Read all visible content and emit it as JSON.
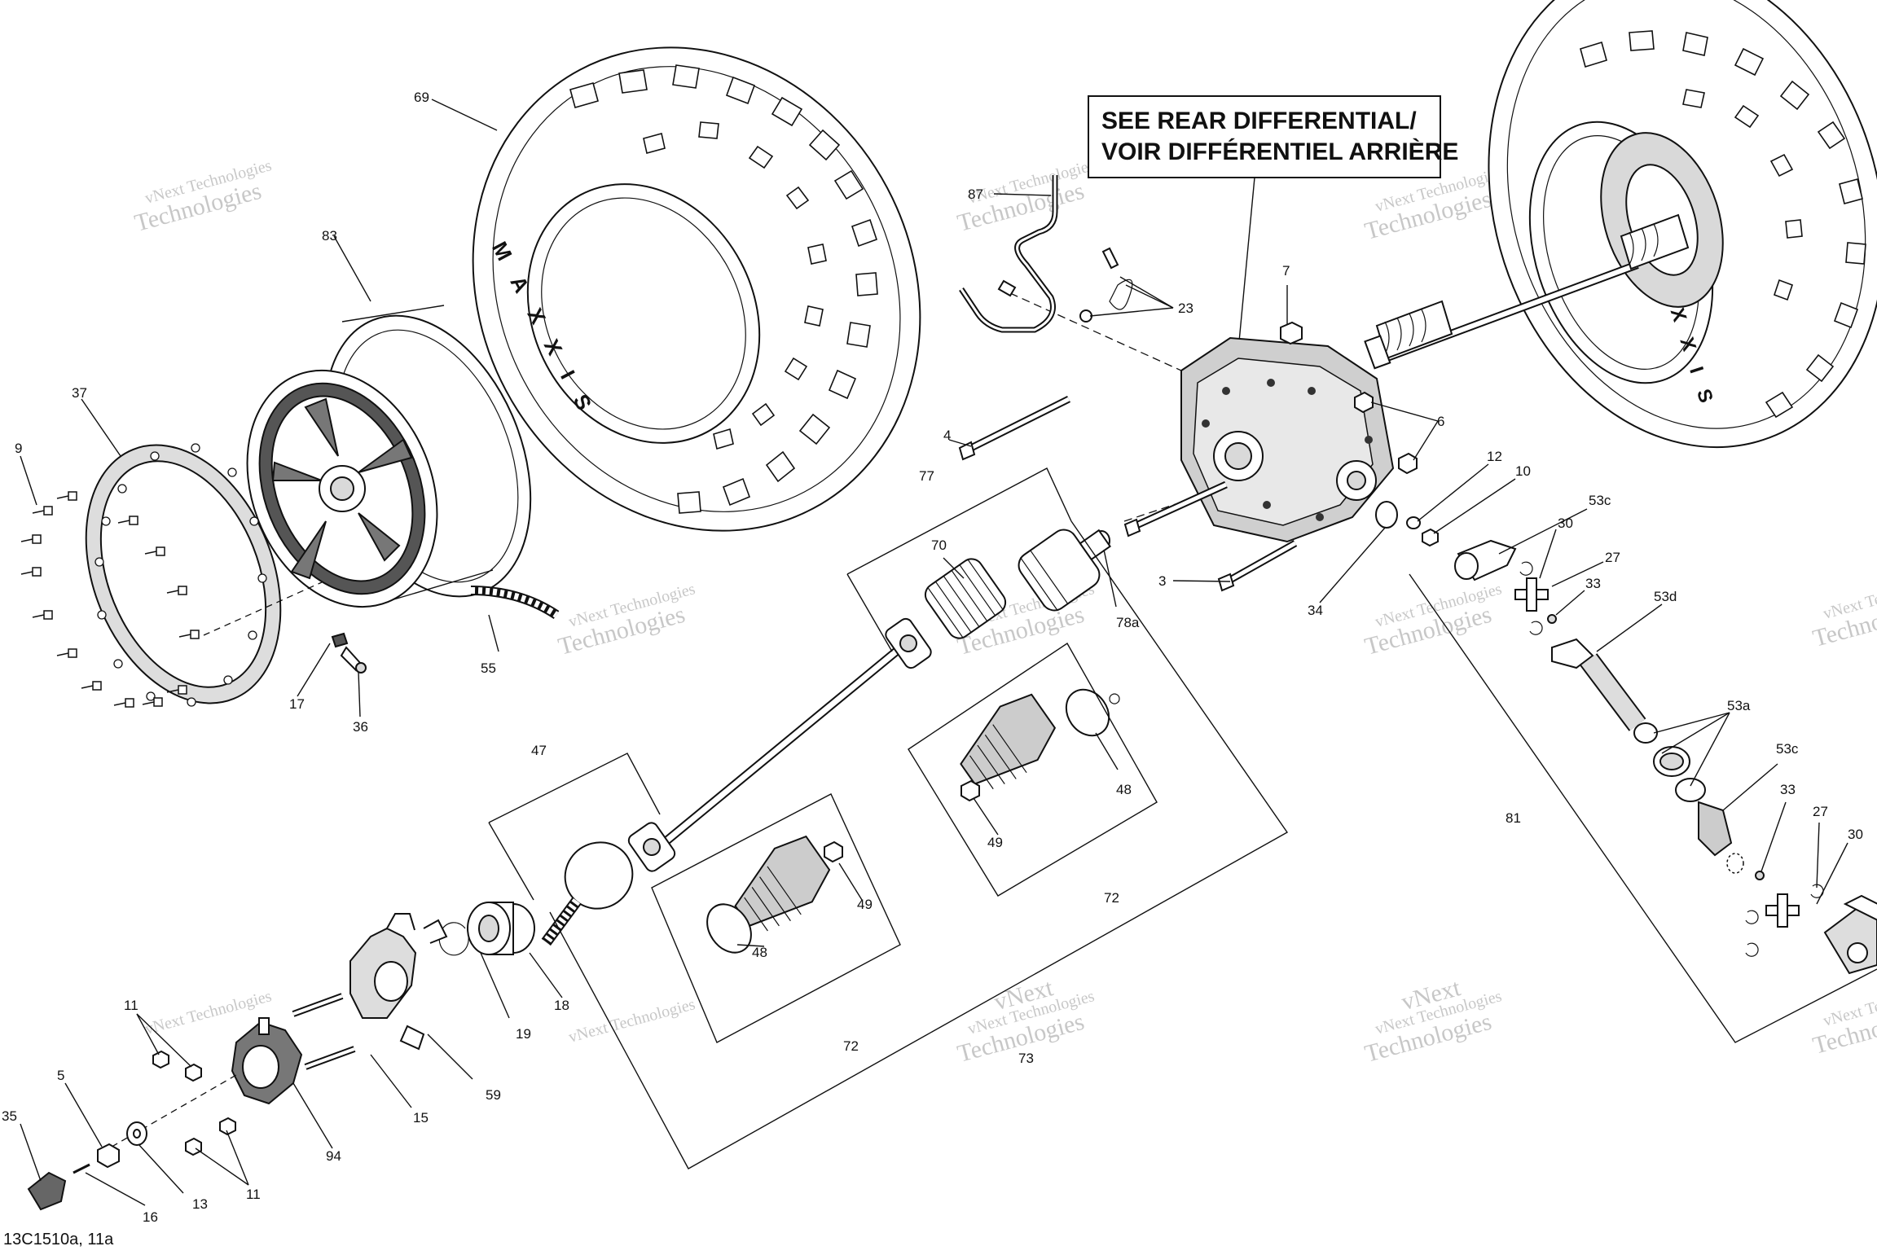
{
  "note": {
    "line1": "SEE REAR DIFFERENTIAL/",
    "line2": "VOIR DIFFÉRENTIEL ARRIÈRE"
  },
  "drawing_code": "13C1510a, 11a",
  "watermark": {
    "line1": "vNext Technologies",
    "line2": "Technologies",
    "line3": "vNext"
  },
  "tire_text": "MAXXIS",
  "callouts": {
    "c69": "69",
    "c83": "83",
    "c37": "37",
    "c9": "9",
    "c87": "87",
    "c23": "23",
    "c7": "7",
    "c6": "6",
    "c4": "4",
    "c3": "3",
    "c34": "34",
    "c12": "12",
    "c10": "10",
    "c53c_top": "53c",
    "c30_top": "30",
    "c27_top": "27",
    "c33_top": "33",
    "c53d": "53d",
    "c53a": "53a",
    "c53c_mid": "53c",
    "c33_mid": "33",
    "c27_mid": "27",
    "c30_mid": "30",
    "c81": "81",
    "c77": "77",
    "c70": "70",
    "c78a": "78a",
    "c55": "55",
    "c17": "17",
    "c36": "36",
    "c47": "47",
    "c48_right": "48",
    "c49_right": "49",
    "c72_right": "72",
    "c49_left": "49",
    "c48_left": "48",
    "c72_left": "72",
    "c73": "73",
    "c18": "18",
    "c19": "19",
    "c59": "59",
    "c15": "15",
    "c94": "94",
    "c11_top": "11",
    "c11_bot": "11",
    "c5": "5",
    "c35": "35",
    "c13": "13",
    "c16": "16"
  }
}
